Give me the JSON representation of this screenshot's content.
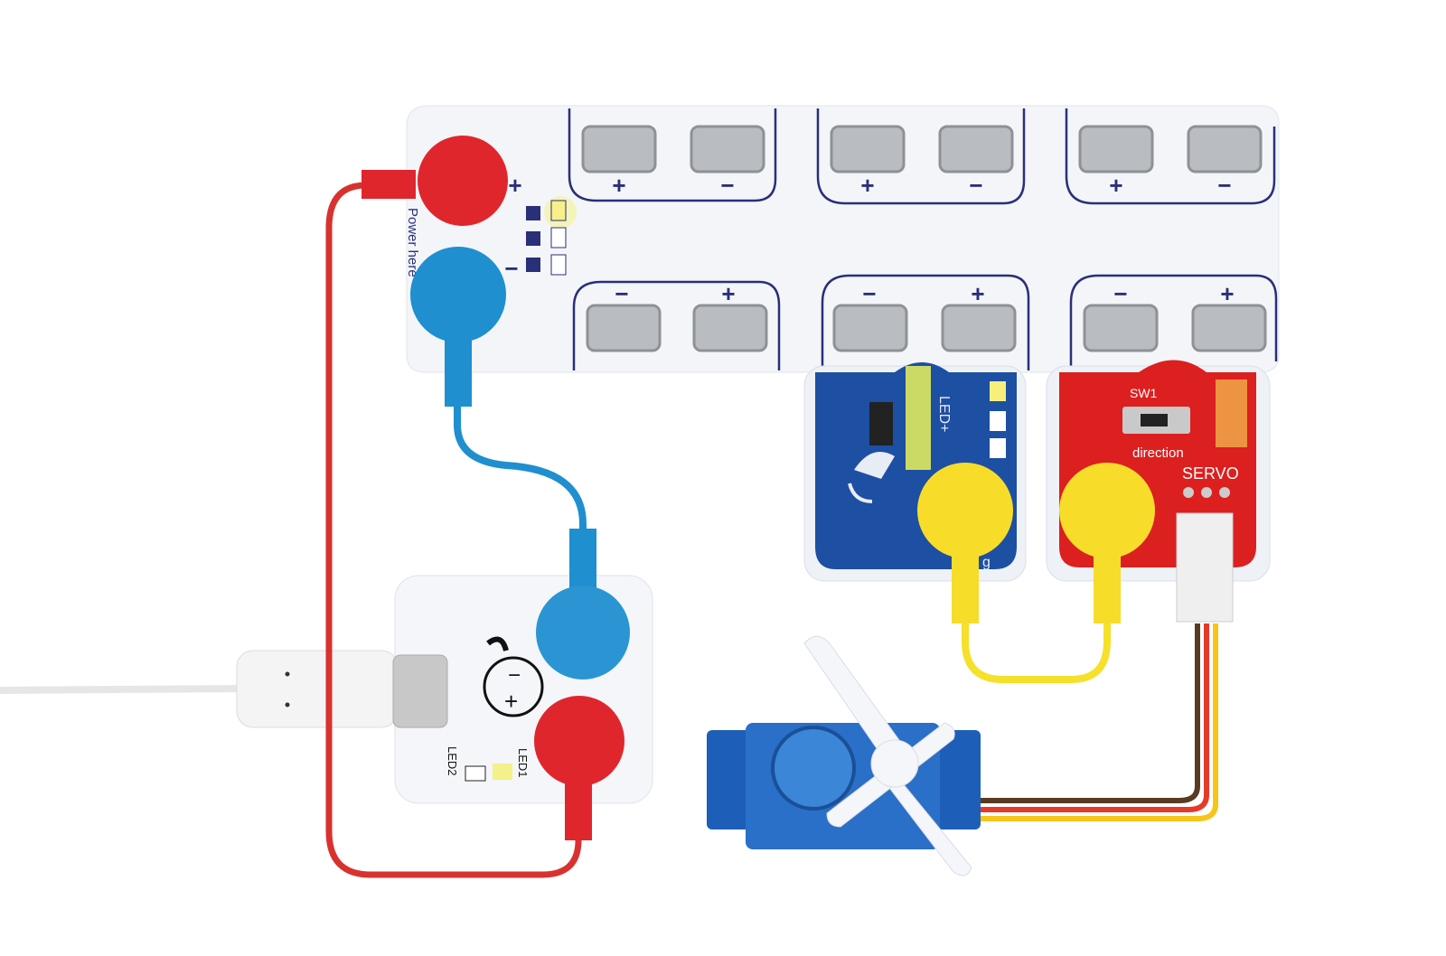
{
  "scene": "circuit-kit",
  "main_board": {
    "power_label": "Power here",
    "plus": "+",
    "minus": "−",
    "socket_signs_top": [
      "+",
      "−",
      "+",
      "−",
      "+",
      "−"
    ],
    "socket_signs_bottom": [
      "−",
      "+",
      "−",
      "+",
      "−",
      "+"
    ]
  },
  "sensor_module": {
    "led_label": "LED+",
    "corner_label": "g"
  },
  "servo_module": {
    "switch_label": "SW1",
    "direction_label": "direction",
    "servo_label": "SERVO"
  },
  "battery_module": {
    "led1_label": "LED1",
    "led2_label": "LED2",
    "minus": "−",
    "plus": "+"
  },
  "colors": {
    "red": "#e0262d",
    "blue": "#1f8fd0",
    "yellow": "#f8dc2a",
    "pcb_blue": "#1d4fa3",
    "pcb_red": "#dc1f1f",
    "outline": "#2a2f7a"
  }
}
